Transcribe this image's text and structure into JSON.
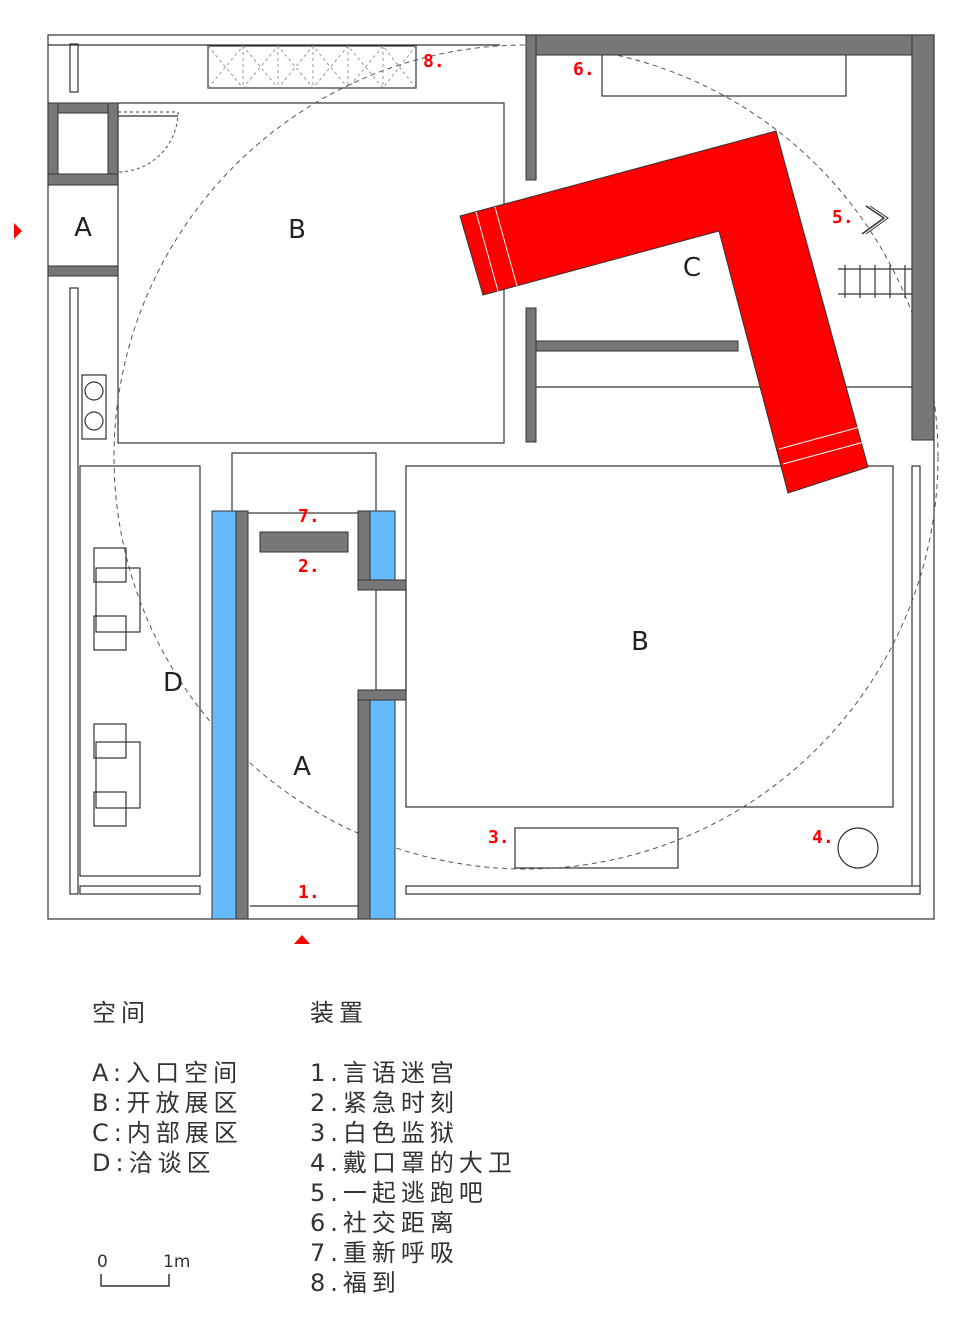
{
  "labels": {
    "entry_small": "A",
    "open_top": "B",
    "inner": "C",
    "open_bottom": "B",
    "lounge": "D",
    "corridor": "A"
  },
  "markers": {
    "m1": "1.",
    "m2": "2.",
    "m3": "3.",
    "m4": "4.",
    "m5": "5.",
    "m6": "6.",
    "m7": "7.",
    "m8": "8."
  },
  "legend_space": {
    "title": "空间",
    "items": [
      "A:入口空间",
      "B:开放展区",
      "C:内部展区",
      "D:洽谈区"
    ]
  },
  "legend_install": {
    "title": "装置",
    "items": [
      "1.言语迷宫",
      "2.紧急时刻",
      "3.白色监狱",
      "4.戴口罩的大卫",
      "5.一起逃跑吧",
      "6.社交距离",
      "7.重新呼吸",
      "8.福到"
    ]
  },
  "scale": {
    "start": "0",
    "end": "1m"
  },
  "colors": {
    "wall": "#777777",
    "install_red": "#ff0000",
    "glass_blue": "#66bbff",
    "marker_red": "#ff0000",
    "line": "#333333"
  }
}
